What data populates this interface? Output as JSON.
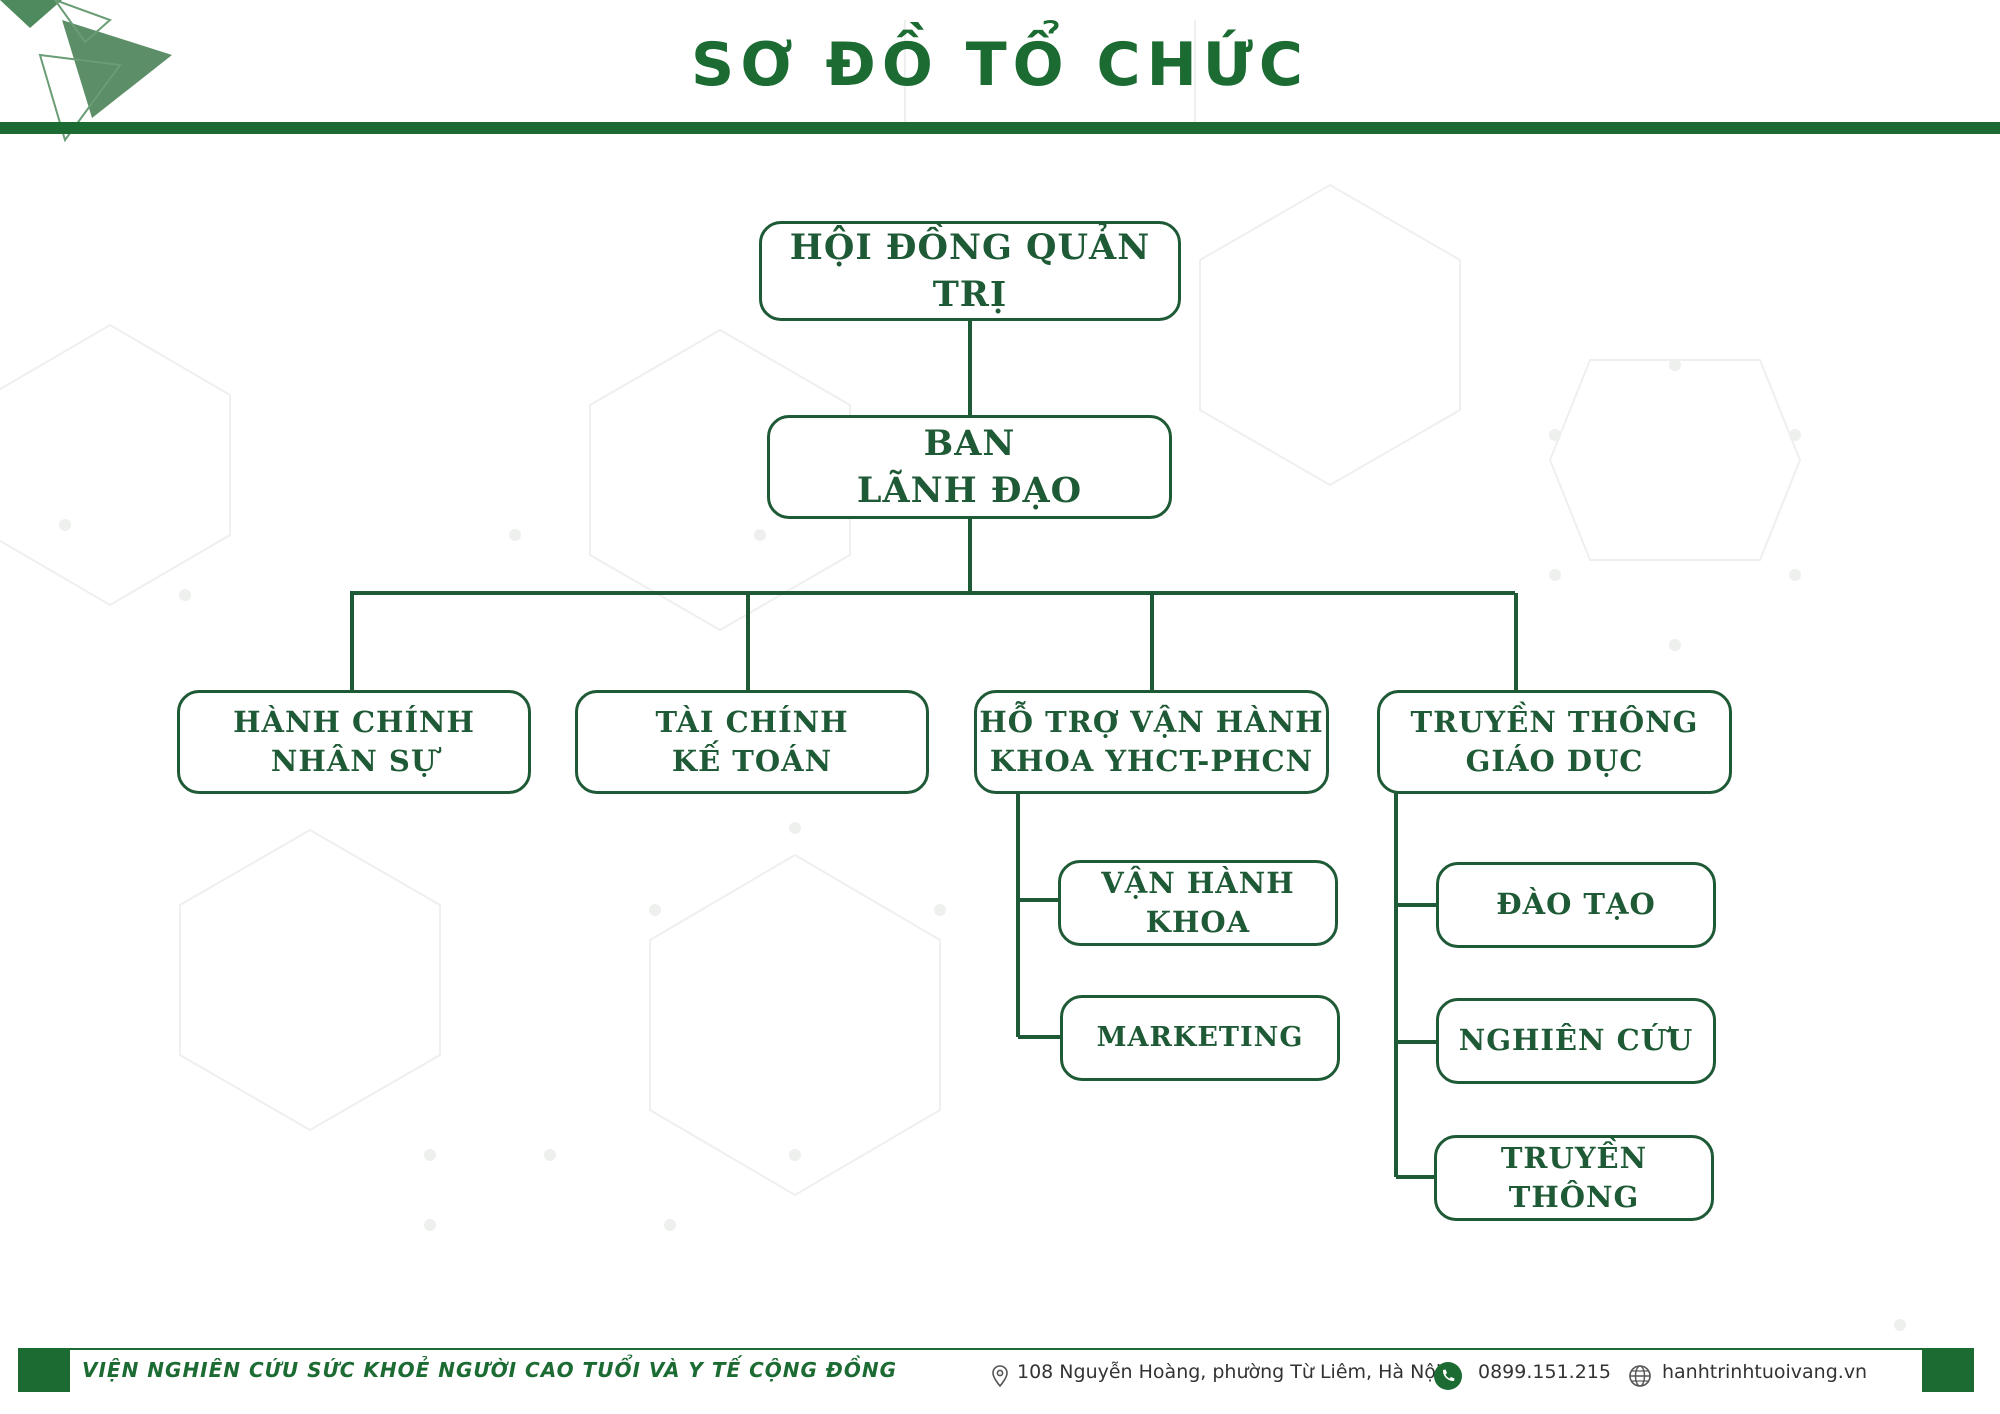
{
  "header": {
    "title": "SƠ ĐỒ TỔ CHỨC"
  },
  "colors": {
    "primary": "#1b6b33",
    "box_border": "#1f5a36"
  },
  "org_chart": {
    "board": "HỘI ĐỒNG QUẢN TRỊ",
    "leadership": [
      "BAN",
      "LÃNH ĐẠO"
    ],
    "departments": {
      "admin_hr": [
        "HÀNH CHÍNH",
        "NHÂN SỰ"
      ],
      "finance": [
        "TÀI CHÍNH",
        "KẾ TOÁN"
      ],
      "operations": [
        "HỖ TRỢ VẬN HÀNH",
        "KHOA YHCT-PHCN"
      ],
      "communication": [
        "TRUYỀN THÔNG",
        "GIÁO DỤC"
      ]
    },
    "operations_units": {
      "dept_ops": [
        "VẬN HÀNH",
        "KHOA"
      ],
      "marketing": "MARKETING"
    },
    "communication_units": {
      "training": "ĐÀO TẠO",
      "research": "NGHIÊN CỨU",
      "media": [
        "TRUYỀN",
        "THÔNG"
      ]
    }
  },
  "footer": {
    "organization": "VIỆN NGHIÊN CỨU SỨC KHOẺ NGƯỜI CAO TUỔI VÀ Y TẾ CỘNG ĐỒNG",
    "address": "108 Nguyễn Hoàng, phường Từ Liêm, Hà Nội.",
    "phone": "0899.151.215",
    "website": "hanhtrinhtuoivang.vn",
    "icons": [
      "location-pin-icon",
      "phone-icon",
      "globe-icon"
    ]
  }
}
